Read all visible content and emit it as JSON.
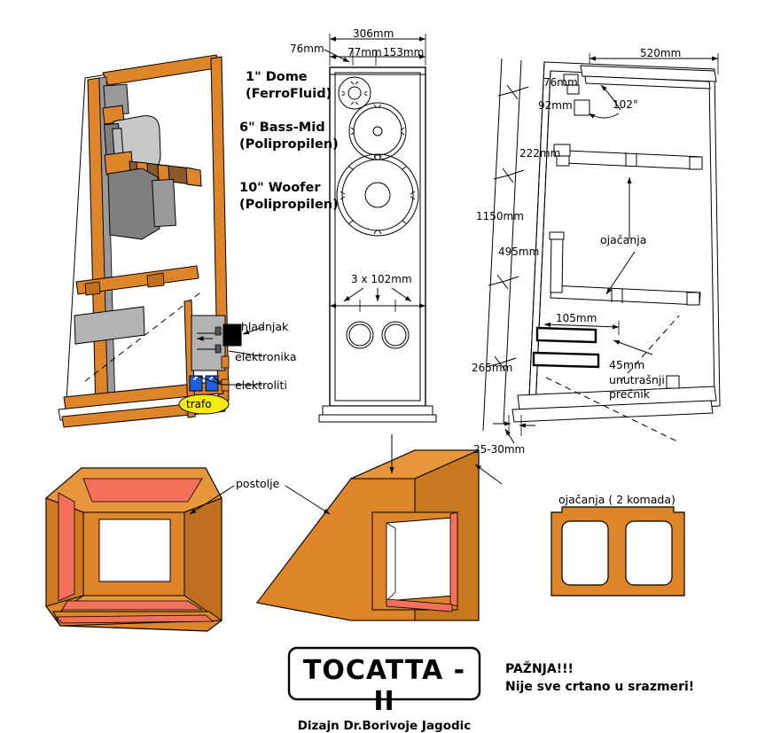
{
  "palette": {
    "wood": "#DE8429",
    "wood_dark": "#C06F1E",
    "wood_light": "#E8963C",
    "edge_red": "#F4705A",
    "brace_brown": "#8A5A2B",
    "driver_grey": "#7F7F7F",
    "driver_light": "#C8C8C8",
    "heatsink": "#000000",
    "pcb": "#B3B3B3",
    "cap_blue": "#1E5FE0",
    "trafo_yellow": "#F5EB12",
    "line": "#000000"
  },
  "drivers": [
    {
      "id": "tweeter",
      "line1": "1\" Dome",
      "line2": "(FerroFluid)"
    },
    {
      "id": "midbass",
      "line1": "6\" Bass-Mid",
      "line2": "(Polipropilen)"
    },
    {
      "id": "woofer",
      "line1": "10\" Woofer",
      "line2": "(Polipropilen)"
    }
  ],
  "front_view": {
    "dims": {
      "total_width": "306mm",
      "left_offset": "76mm",
      "seg_mid": "77mm",
      "seg_right": "153mm",
      "ports": "3 x 102mm"
    }
  },
  "side_view": {
    "dims": {
      "depth": "520mm",
      "top_seg": "76mm",
      "second_seg": "92mm",
      "third_seg": "222mm",
      "total_height": "1150mm",
      "mid_height": "495mm",
      "lower_height": "265mm",
      "port_length": "105mm",
      "baffle_angle": "102°",
      "wall_thickness": "25-30mm"
    },
    "labels": {
      "braces": "ojačanja",
      "port_diameter": "45mm\nunutrašnji\nprečnik"
    }
  },
  "electronics": [
    {
      "id": "heatsink",
      "label": "hladnjak"
    },
    {
      "id": "board",
      "label": "elektronika"
    },
    {
      "id": "capacitors",
      "label": "elektroliti"
    },
    {
      "id": "transformer",
      "label": "trafo"
    }
  ],
  "stand": {
    "label": "postolje"
  },
  "braces_part": {
    "label": "ojačanja ( 2 komada)"
  },
  "title_block": {
    "title": "TOCATTA - II",
    "designer": "Dizajn Dr.Borivoje Jagodic"
  },
  "notice": {
    "line1": "PAŽNJA!!!",
    "line2": "Nije sve crtano u srazmeri!"
  }
}
